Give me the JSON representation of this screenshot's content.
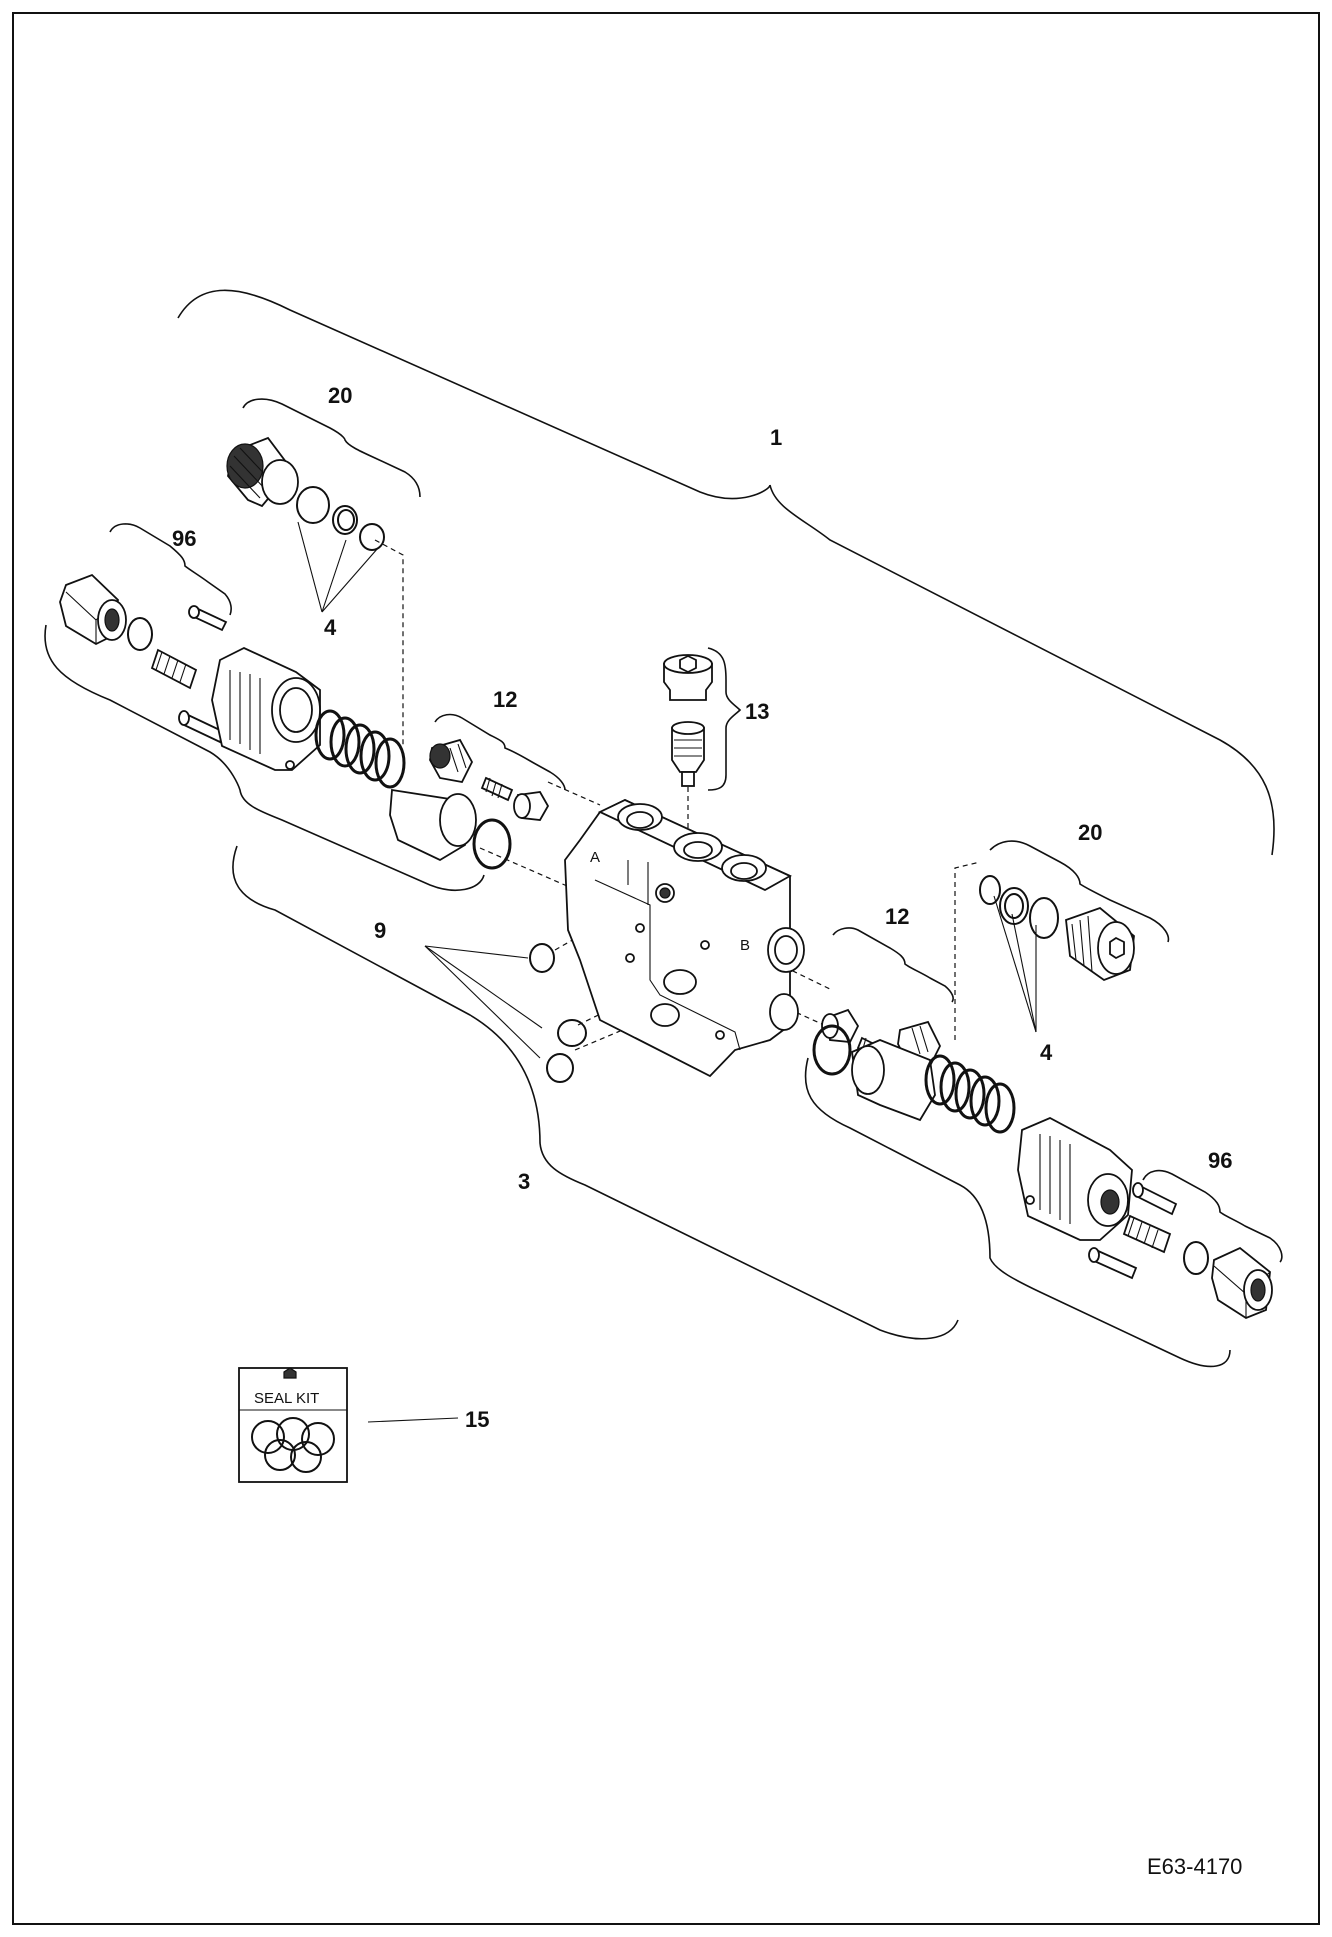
{
  "title": "",
  "drawing_number": "E63-4170",
  "callouts": [
    {
      "id": "c1",
      "text": "1"
    },
    {
      "id": "c3",
      "text": "3"
    },
    {
      "id": "c4a",
      "text": "4"
    },
    {
      "id": "c4b",
      "text": "4"
    },
    {
      "id": "c9",
      "text": "9"
    },
    {
      "id": "c12a",
      "text": "12"
    },
    {
      "id": "c12b",
      "text": "12"
    },
    {
      "id": "c13",
      "text": "13"
    },
    {
      "id": "c15",
      "text": "15"
    },
    {
      "id": "c20a",
      "text": "20"
    },
    {
      "id": "c20b",
      "text": "20"
    },
    {
      "id": "c96a",
      "text": "96"
    },
    {
      "id": "c96b",
      "text": "96"
    }
  ],
  "seal_kit": {
    "label": "SEAL KIT"
  },
  "port_marks": {
    "a": "A",
    "b": "B"
  }
}
